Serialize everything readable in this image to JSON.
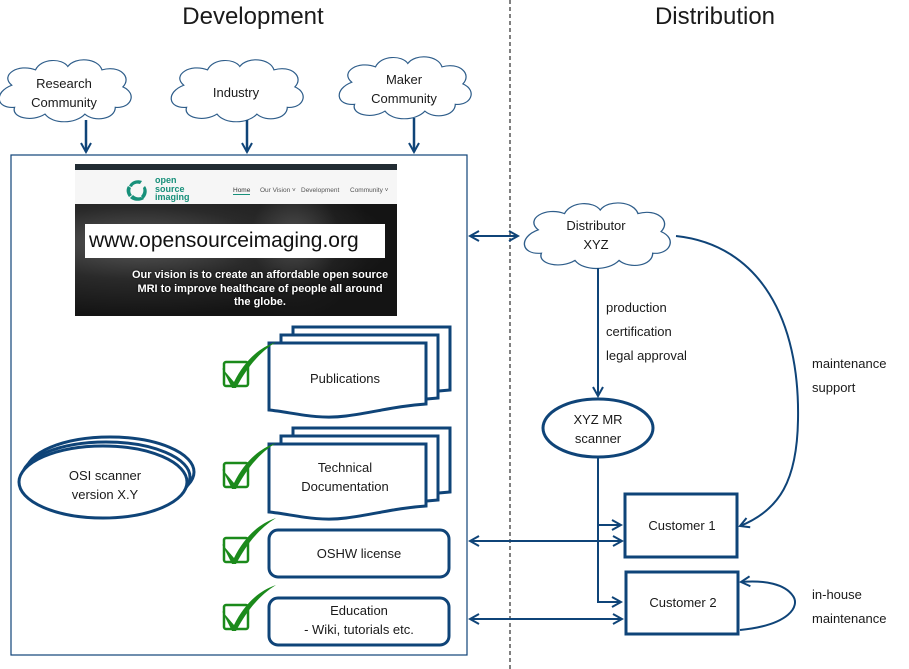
{
  "titles": {
    "development": "Development",
    "distribution": "Distribution"
  },
  "colors": {
    "line": "#0f4478",
    "check": "#1b8a1b",
    "divider": "#000000"
  },
  "development": {
    "sources": [
      {
        "line1": "Research",
        "line2": "Community"
      },
      {
        "line1": "Industry",
        "line2": ""
      },
      {
        "line1": "Maker",
        "line2": "Community"
      }
    ],
    "website": {
      "logo_lines": [
        "open",
        "source",
        "imaging"
      ],
      "nav": [
        "Home",
        "Our Vision ˅",
        "Development",
        "Community ˅"
      ],
      "url": "www.opensourceimaging.org",
      "vision_lines": [
        "Our vision is to create an affordable open source",
        "MRI to improve healthcare of people all around",
        "the globe."
      ]
    },
    "scanner": {
      "line1": "OSI scanner",
      "line2": "version X.Y"
    },
    "deliverables": [
      {
        "label_line1": "Publications",
        "label_line2": "",
        "kind": "document-stack",
        "checked": true
      },
      {
        "label_line1": "Technical",
        "label_line2": "Documentation",
        "kind": "document-stack",
        "checked": true
      },
      {
        "label_line1": "OSHW license",
        "label_line2": "",
        "kind": "rounded-box",
        "checked": true
      },
      {
        "label_line1": "Education",
        "label_line2": "- Wiki, tutorials  etc.",
        "kind": "rounded-box",
        "checked": true
      }
    ]
  },
  "distribution": {
    "distributor": {
      "line1": "Distributor",
      "line2": "XYZ"
    },
    "process_steps": [
      "production",
      "certification",
      "legal approval"
    ],
    "product": {
      "line1": "XYZ MR",
      "line2": "scanner"
    },
    "support_label": [
      "maintenance",
      "support"
    ],
    "customers": [
      "Customer 1",
      "Customer 2"
    ],
    "inhouse_label": [
      "in-house",
      "maintenance"
    ]
  }
}
